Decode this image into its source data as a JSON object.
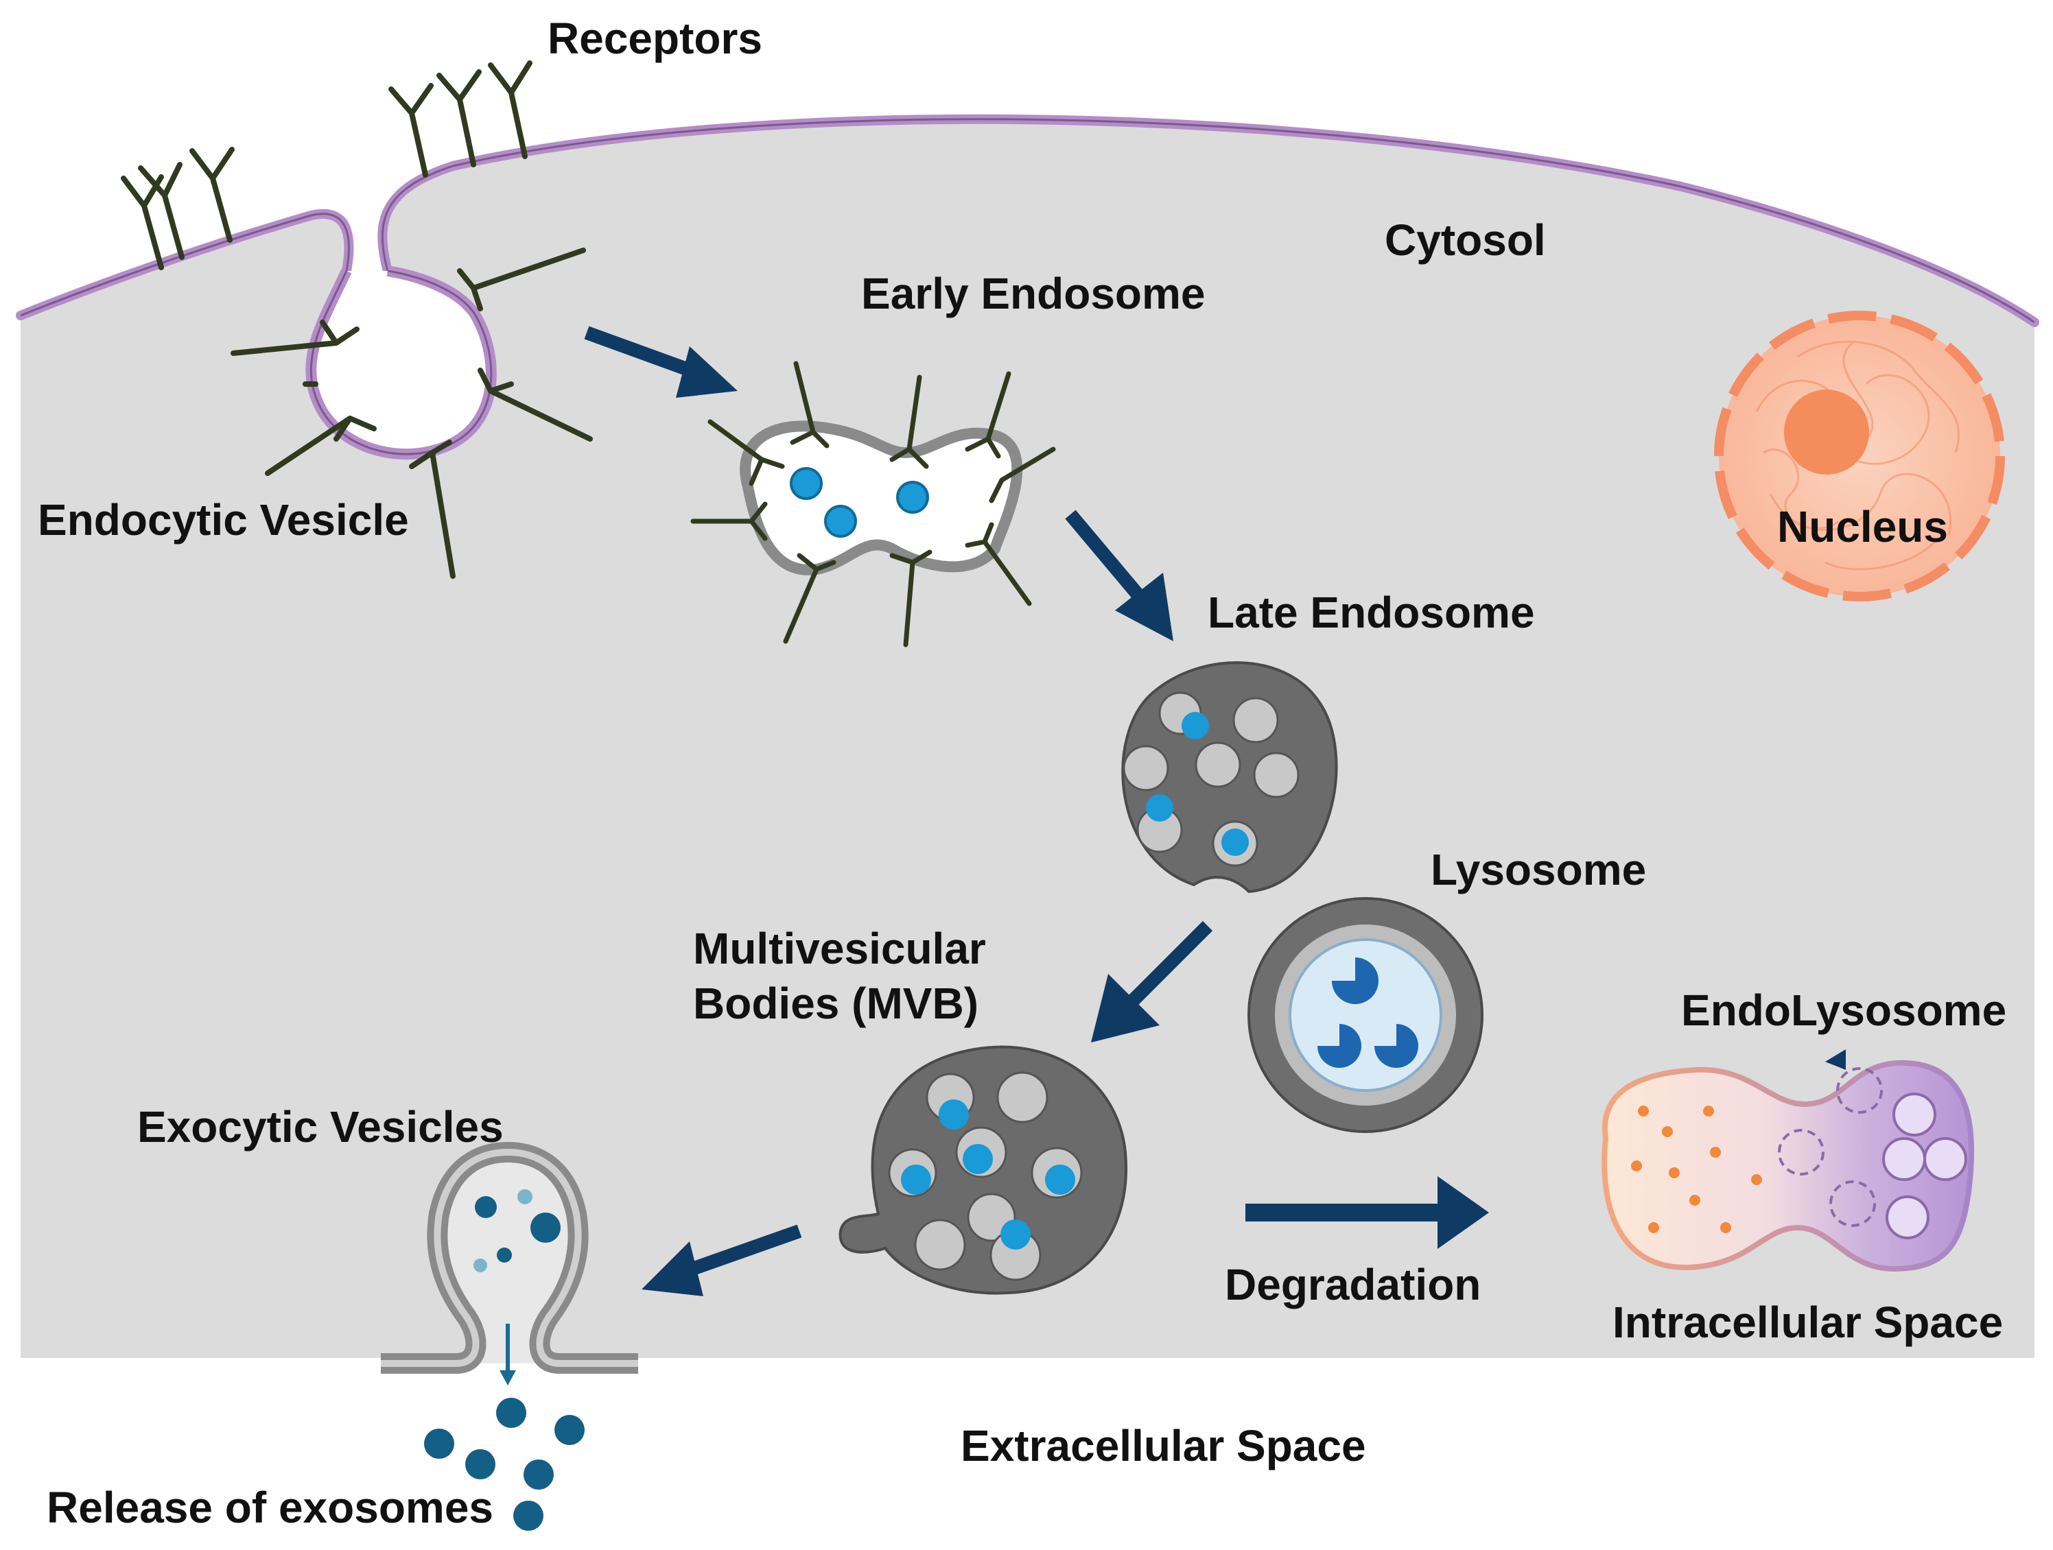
{
  "labels": {
    "receptors": "Receptors",
    "cytosol": "Cytosol",
    "early_endosome": "Early Endosome",
    "endocytic_vesicle": "Endocytic Vesicle",
    "nucleus": "Nucleus",
    "late_endosome": "Late Endosome",
    "lysosome": "Lysosome",
    "mvb_line1": "Multivesicular",
    "mvb_line2": "Bodies (MVB)",
    "endolysosome": "EndoLysosome",
    "exocytic_vesicles": "Exocytic Vesicles",
    "degradation": "Degradation",
    "intracellular_space": "Intracellular Space",
    "extracellular_space": "Extracellular Space",
    "release_of_exosomes": "Release of exosomes"
  },
  "colors": {
    "cytosol": "#dcdcdc",
    "membrane": "#b48cc8",
    "receptor": "#2f3a1f",
    "arrow": "#0f3a63",
    "cargo": "#1a9ad6",
    "organelle": "#6b6b6b",
    "nucleus": "#f7a47f",
    "exosome": "#135f86"
  }
}
